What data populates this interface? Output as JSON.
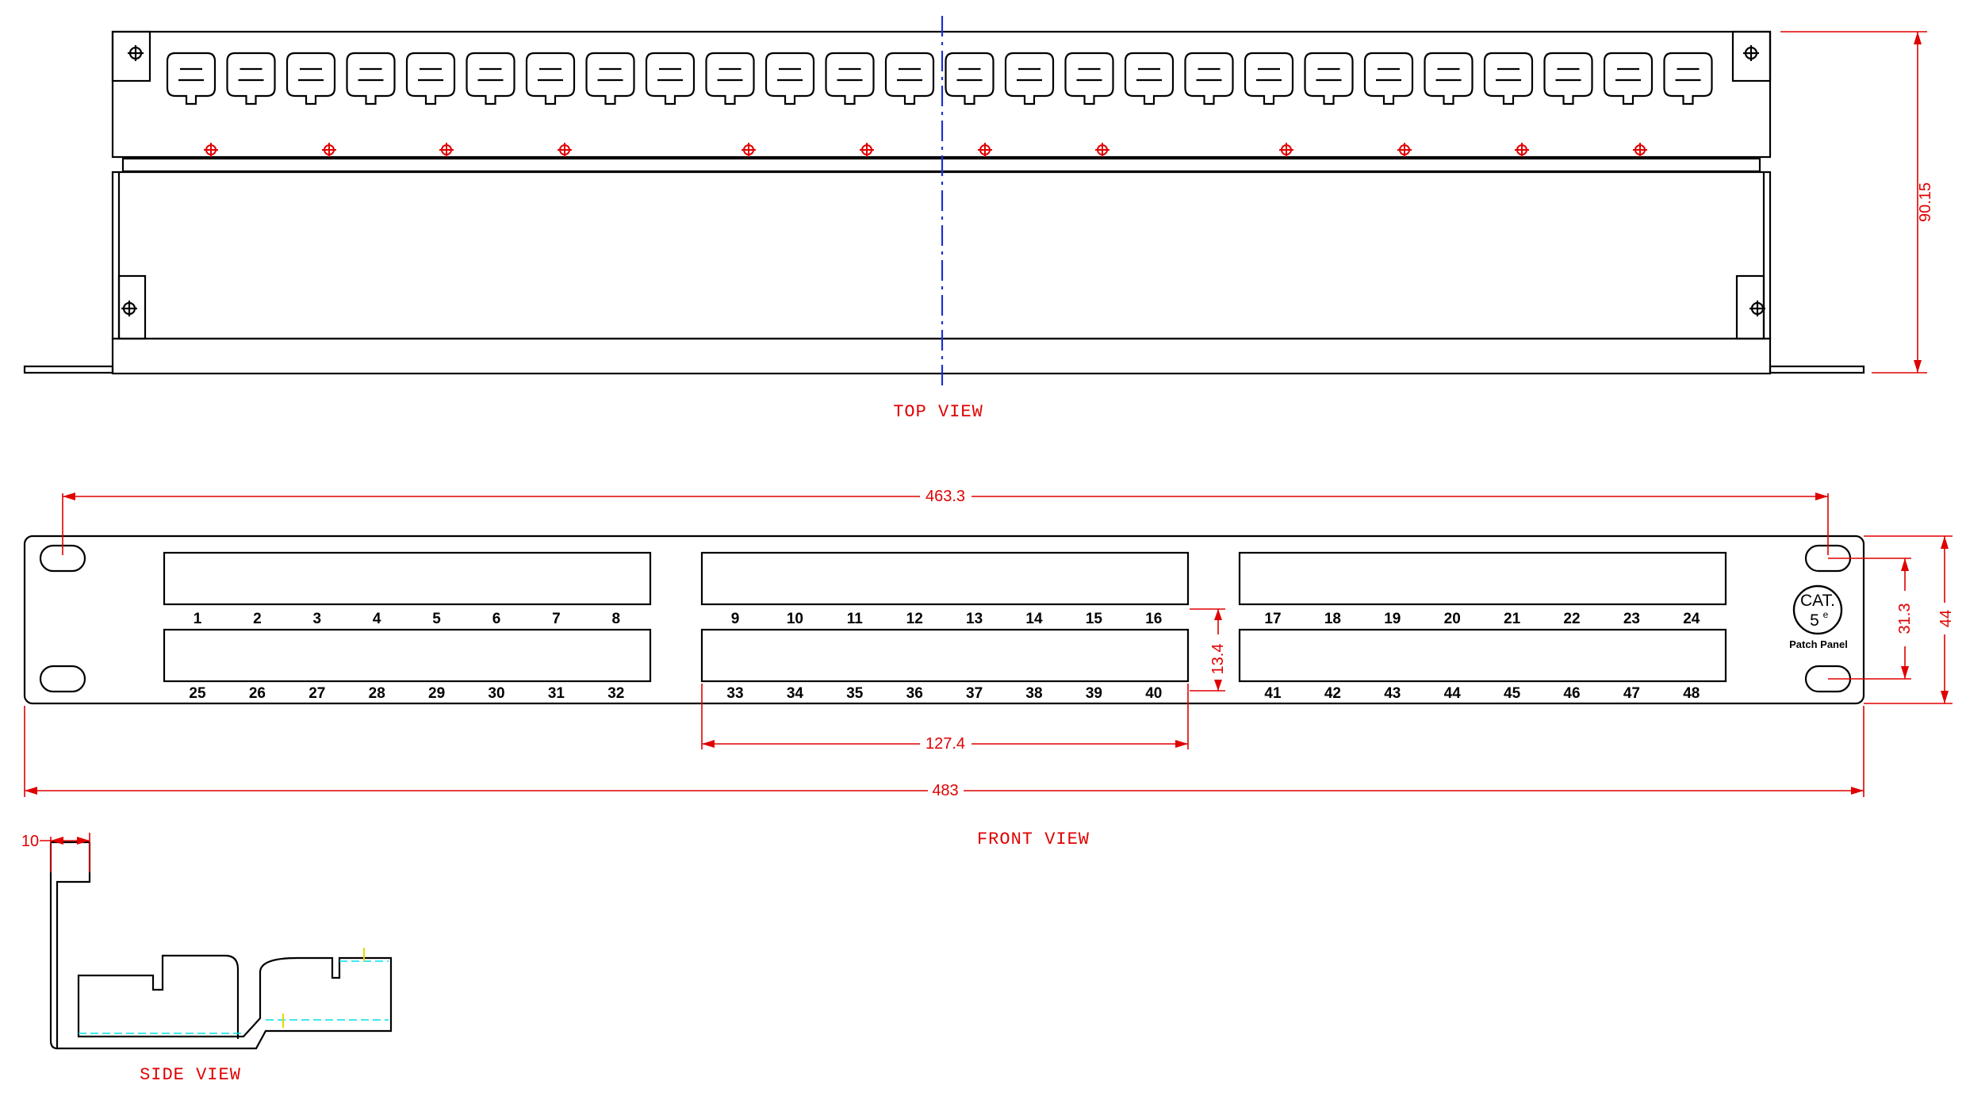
{
  "views": {
    "top": "TOP VIEW",
    "front": "FRONT VIEW",
    "side": "SIDE VIEW"
  },
  "dimensions": {
    "top_depth": "90.15",
    "hole_span": "463.3",
    "module_width": "127.4",
    "port_row_pitch": "13.4",
    "panel_width": "483",
    "hole_vertical": "31.3",
    "panel_height": "44",
    "flange": "10"
  },
  "logo": {
    "line1": "CAT.",
    "line2": "5",
    "sup": "e",
    "caption": "Patch Panel"
  },
  "ports": {
    "top_row": [
      "1",
      "2",
      "3",
      "4",
      "5",
      "6",
      "7",
      "8",
      "9",
      "10",
      "11",
      "12",
      "13",
      "14",
      "15",
      "16",
      "17",
      "18",
      "19",
      "20",
      "21",
      "22",
      "23",
      "24"
    ],
    "bottom_row": [
      "25",
      "26",
      "27",
      "28",
      "29",
      "30",
      "31",
      "32",
      "33",
      "34",
      "35",
      "36",
      "37",
      "38",
      "39",
      "40",
      "41",
      "42",
      "43",
      "44",
      "45",
      "46",
      "47",
      "48"
    ]
  },
  "colors": {
    "outline": "#000000",
    "dimension": "#e00000",
    "centerline": "#1f2fd0",
    "hidden_line": "#00e0e8"
  }
}
